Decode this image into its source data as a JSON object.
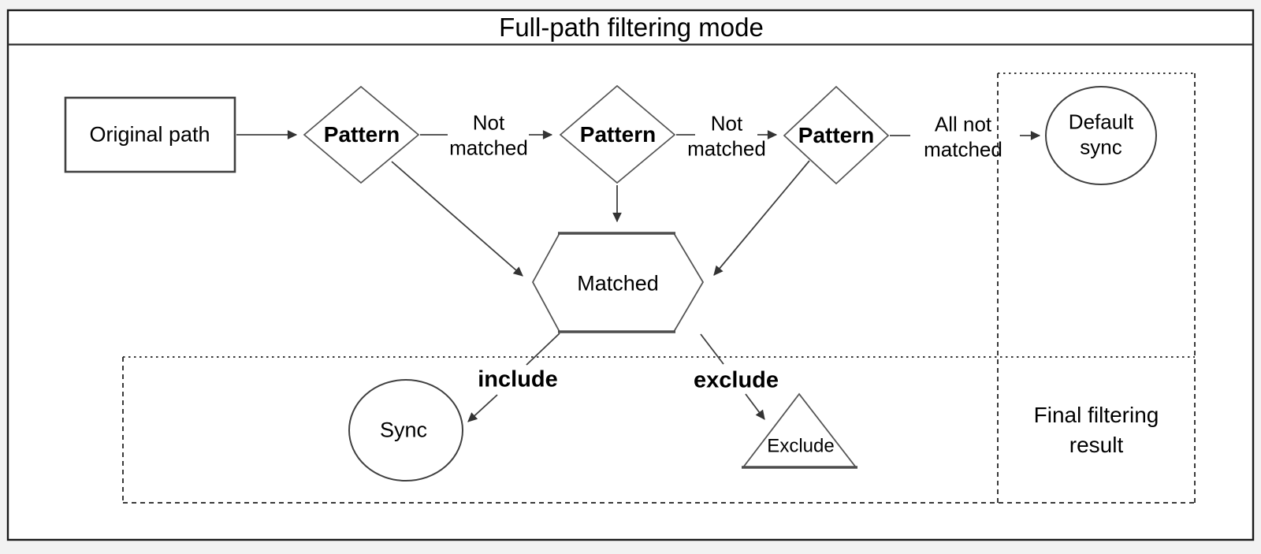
{
  "title": "Full-path filtering mode",
  "colors": {
    "frame_stroke": "#1a1a1a",
    "shape_stroke": "#4d4d4d",
    "connector_stroke": "#404040",
    "dashed_stroke": "#3a3a3a",
    "text": "#000000",
    "canvas": "#ffffff",
    "page_background": "#f2f2f2"
  },
  "nodes": {
    "original_path": {
      "label": "Original path",
      "shape": "rectangle"
    },
    "pattern_1": {
      "label": "Pattern",
      "shape": "diamond"
    },
    "pattern_2": {
      "label": "Pattern",
      "shape": "diamond"
    },
    "pattern_3": {
      "label": "Pattern",
      "shape": "diamond"
    },
    "matched": {
      "label": "Matched",
      "shape": "hexagon"
    },
    "sync": {
      "label": "Sync",
      "shape": "ellipse"
    },
    "exclude_node": {
      "label": "Exclude",
      "shape": "triangle"
    },
    "default_sync": {
      "label": "Default\nsync",
      "shape": "ellipse"
    }
  },
  "edge_labels": {
    "not_matched_1": "Not\nmatched",
    "not_matched_2": "Not\nmatched",
    "all_not_matched": "All not\nmatched",
    "include": "include",
    "exclude": "exclude"
  },
  "regions": {
    "final_filtering_result": "Final filtering\nresult"
  }
}
